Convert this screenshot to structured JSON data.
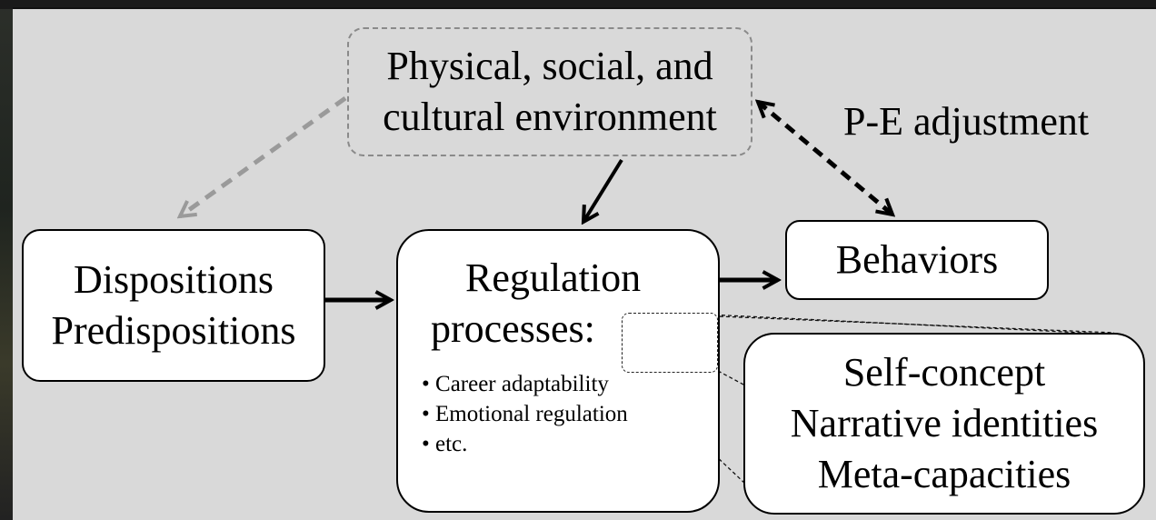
{
  "diagram": {
    "environment": {
      "lines": [
        "Physical, social, and",
        "cultural environment"
      ]
    },
    "dispositions": {
      "lines": [
        "Dispositions",
        "Predispositions"
      ]
    },
    "regulation": {
      "title_lines": [
        "Regulation",
        "processes:"
      ],
      "items": [
        "Career adaptability",
        "Emotional regulation",
        "etc."
      ]
    },
    "behaviors": {
      "label": "Behaviors"
    },
    "self": {
      "lines": [
        "Self-concept",
        "Narrative identities",
        "Meta-capacities"
      ]
    },
    "pe_adjustment": {
      "label": "P-E adjustment"
    }
  },
  "colors": {
    "background": "#d9d9d9",
    "box_fill": "#ffffff",
    "stroke": "#000000",
    "dashed_gray": "#9a9a9a"
  }
}
